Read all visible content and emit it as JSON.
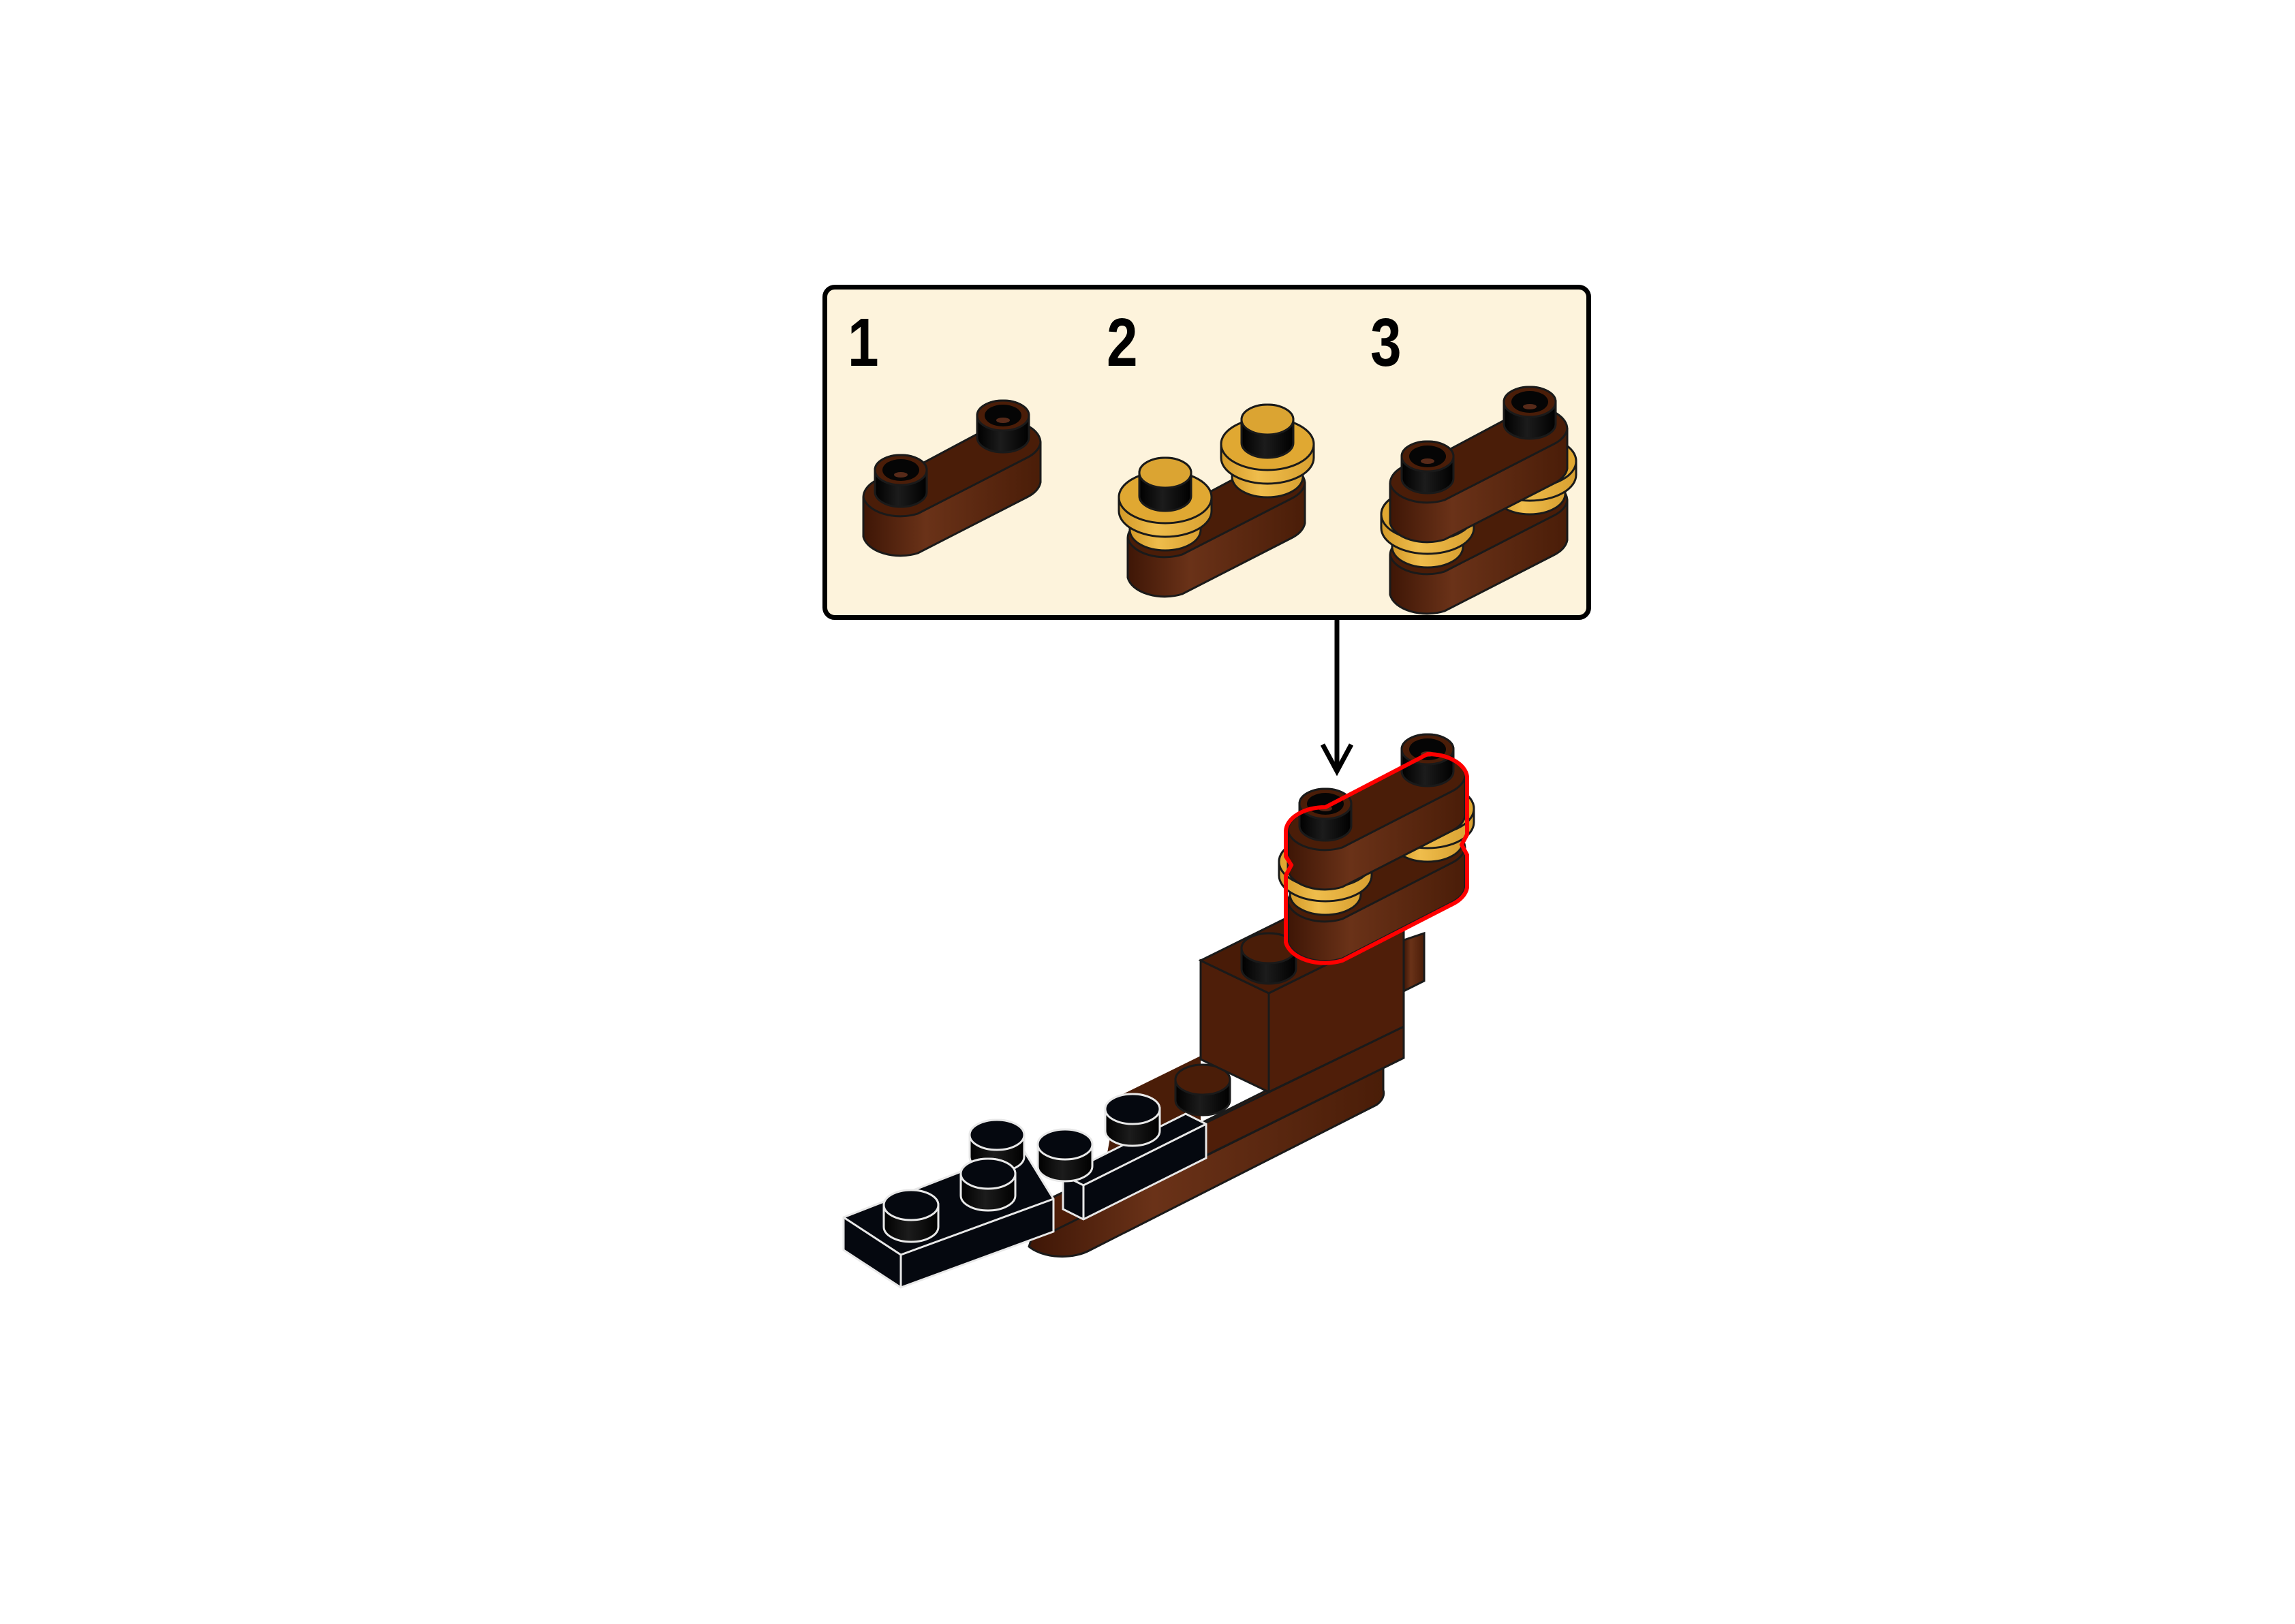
{
  "page": {
    "type": "building-instructions-step",
    "background": "#ffffff"
  },
  "callout": {
    "background": "#fdf3dc",
    "border": "#000000",
    "sub_steps": [
      {
        "number": "1",
        "description": "Brown 1x2 plate with rounded ends and open studs"
      },
      {
        "number": "2",
        "description": "Add two pearl gold 1x1 round plates on top"
      },
      {
        "number": "3",
        "description": "Add second brown 1x2 rounded plate on top"
      }
    ]
  },
  "arrow": {
    "direction": "down",
    "color": "#000000"
  },
  "model": {
    "highlight_color": "#ff0000",
    "highlighted_part": "sub-assembly from callout (brown rounded plates with gold round plates)",
    "parts": [
      {
        "name": "brown 1x2 brick",
        "color": "#4a1d08"
      },
      {
        "name": "brown long plate",
        "color": "#4a1d08"
      },
      {
        "name": "black hinge plate 1x2 (left)",
        "color": "#05080f"
      },
      {
        "name": "black hinge plate 1x2 (right)",
        "color": "#05080f"
      }
    ]
  },
  "colors": {
    "brown_dark": "#4a1d08",
    "brown_light": "#6a3218",
    "gold": "#e0a832",
    "gold_light": "#f0c050",
    "black": "#05080f",
    "outline": "#1a1a1a",
    "highlight": "#ff0000"
  }
}
